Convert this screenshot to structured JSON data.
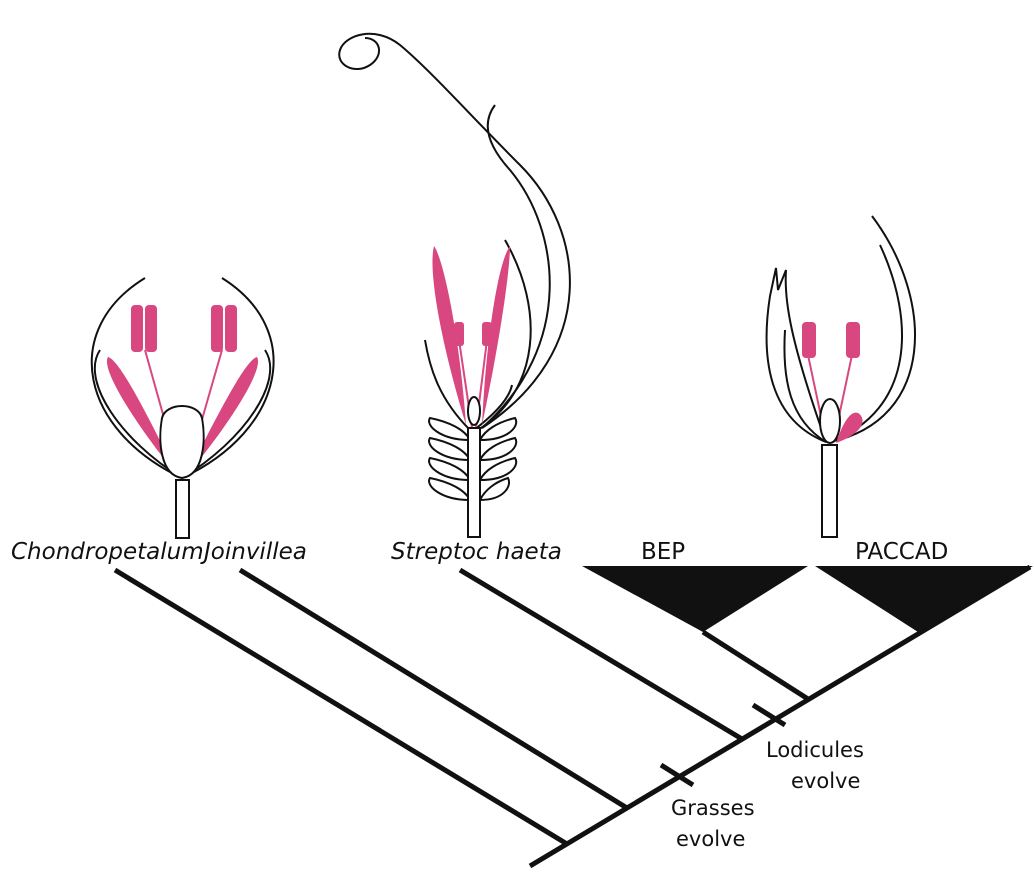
{
  "colors": {
    "petal_pink": "#d8477f",
    "line": "#111111",
    "background": "#ffffff"
  },
  "taxa": {
    "chondropetalum": "Chondropetalum",
    "joinvillea": "Joinvillea",
    "streptochaeta": "Streptoc haeta",
    "bep": "BEP",
    "paccad": "PACCAD"
  },
  "events": {
    "grasses": [
      "Grasses",
      "evolve"
    ],
    "lodicules": [
      "Lodicules",
      "evolve"
    ]
  }
}
